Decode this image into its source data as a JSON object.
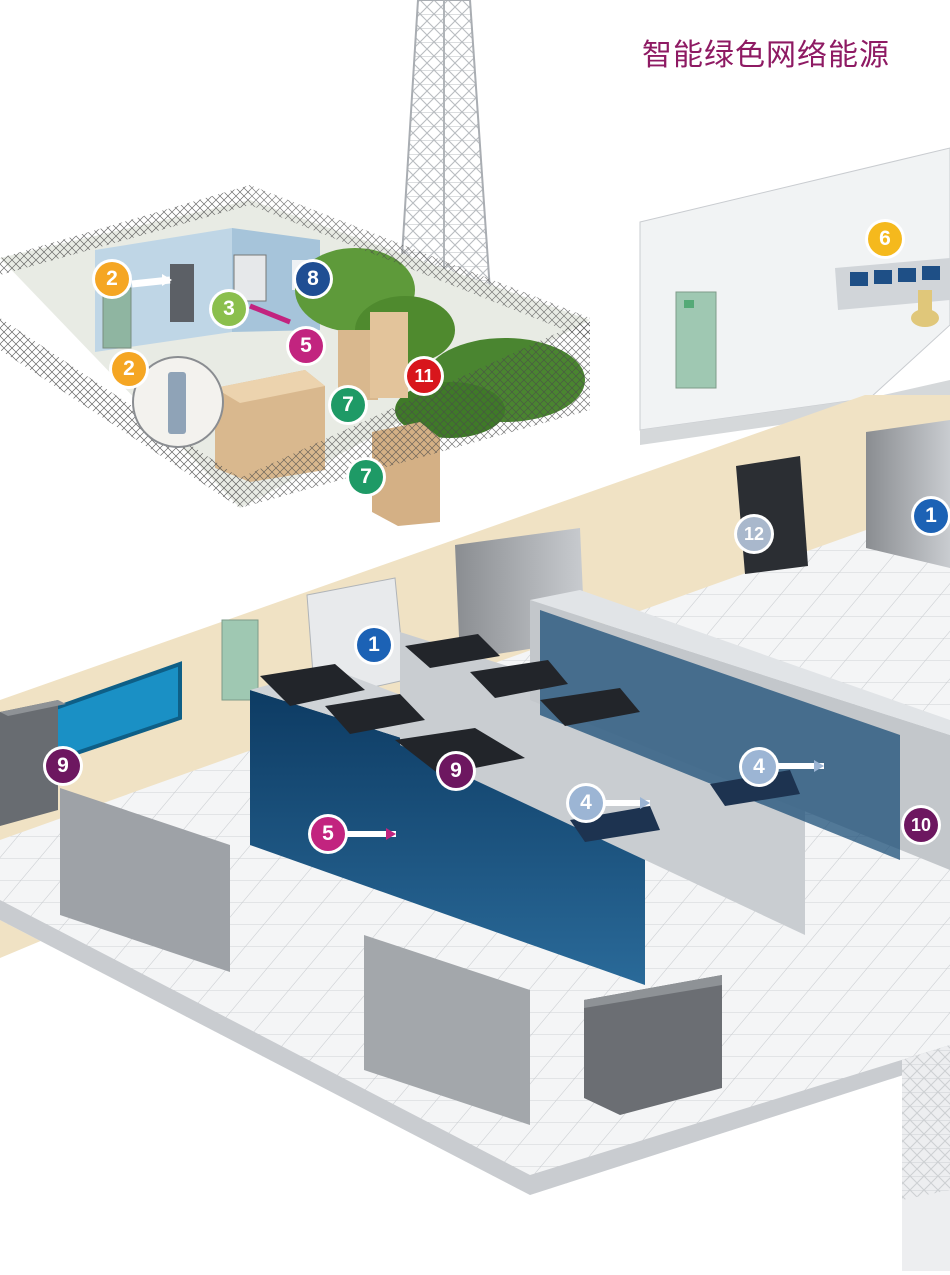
{
  "title": "智能绿色网络能源",
  "colors": {
    "title": "#8e1a63",
    "orange": "#f5a623",
    "light_green": "#8bbf4d",
    "navy": "#1f4e93",
    "magenta": "#c2247f",
    "green": "#1e9a66",
    "red": "#d8161c",
    "gold": "#f5b91d",
    "blue": "#1c62b5",
    "steel": "#9cb5d4",
    "gray_blue": "#a9b8cc",
    "purple": "#6d1760"
  },
  "markers": [
    {
      "label": "2",
      "color": "#f5a623"
    },
    {
      "label": "2",
      "color": "#f5a623"
    },
    {
      "label": "3",
      "color": "#8bbf4d"
    },
    {
      "label": "8",
      "color": "#1f4e93"
    },
    {
      "label": "5",
      "color": "#c2247f"
    },
    {
      "label": "7",
      "color": "#1e9a66"
    },
    {
      "label": "7",
      "color": "#1e9a66"
    },
    {
      "label": "11",
      "color": "#d8161c"
    },
    {
      "label": "6",
      "color": "#f5b91d"
    },
    {
      "label": "1",
      "color": "#1c62b5"
    },
    {
      "label": "12",
      "color": "#a9b8cc"
    },
    {
      "label": "1",
      "color": "#1c62b5"
    },
    {
      "label": "9",
      "color": "#6d1760"
    },
    {
      "label": "9",
      "color": "#6d1760"
    },
    {
      "label": "5",
      "color": "#c2247f"
    },
    {
      "label": "4",
      "color": "#9cb5d4"
    },
    {
      "label": "4",
      "color": "#9cb5d4"
    },
    {
      "label": "10",
      "color": "#6d1760"
    }
  ]
}
